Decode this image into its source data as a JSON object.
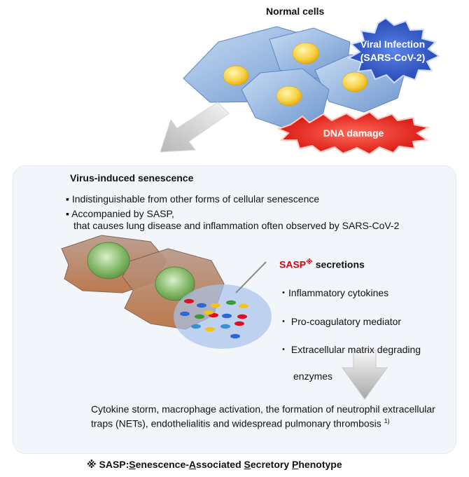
{
  "title": "Normal cells",
  "viral_burst": {
    "line1": "Viral Infection",
    "line2": "(SARS-CoV-2)",
    "color": "#2e56c7"
  },
  "dna_burst": {
    "label": "DNA damage",
    "color": "#e81b14"
  },
  "senescence": {
    "title": "Virus-induced senescence",
    "bullet1": "Indistinguishable from other forms of cellular senescence",
    "bullet2_line1": "Accompanied by SASP,",
    "bullet2_line2": "that causes lung disease and inflammation often observed by SARS-CoV-2"
  },
  "sasp": {
    "label": "SASP",
    "mark": "※",
    "suffix": " secretions",
    "items": [
      "・Inflammatory cytokines",
      "・ Pro-coagulatory mediator",
      "・ Extracellular matrix degrading",
      "enzymes"
    ]
  },
  "outcome": {
    "text": "Cytokine storm, macrophage activation, the formation of neutrophil extracellular traps (NETs), endothelialitis and widespread pulmonary thrombosis",
    "ref": "1)"
  },
  "footnote": {
    "prefix": "※ SASP:",
    "words": [
      {
        "initial": "S",
        "rest": "enescence-"
      },
      {
        "initial": "A",
        "rest": "ssociated "
      },
      {
        "initial": "S",
        "rest": "ecretory "
      },
      {
        "initial": "P",
        "rest": "henotype"
      }
    ]
  },
  "colors": {
    "normal_cell": "#7fa5d6",
    "nucleus": "#f4c430",
    "senescent_cell": "#a57c66",
    "senescent_nucleus": "#5f9a4a",
    "panel": "#f2f6fb",
    "arrow": "#c9c9c9",
    "sasp_red": "#e0000b"
  },
  "vesicle_colors": [
    "#e0101b",
    "#2a6ad6",
    "#f5c316",
    "#3a9a3a",
    "#3b8fd4"
  ]
}
